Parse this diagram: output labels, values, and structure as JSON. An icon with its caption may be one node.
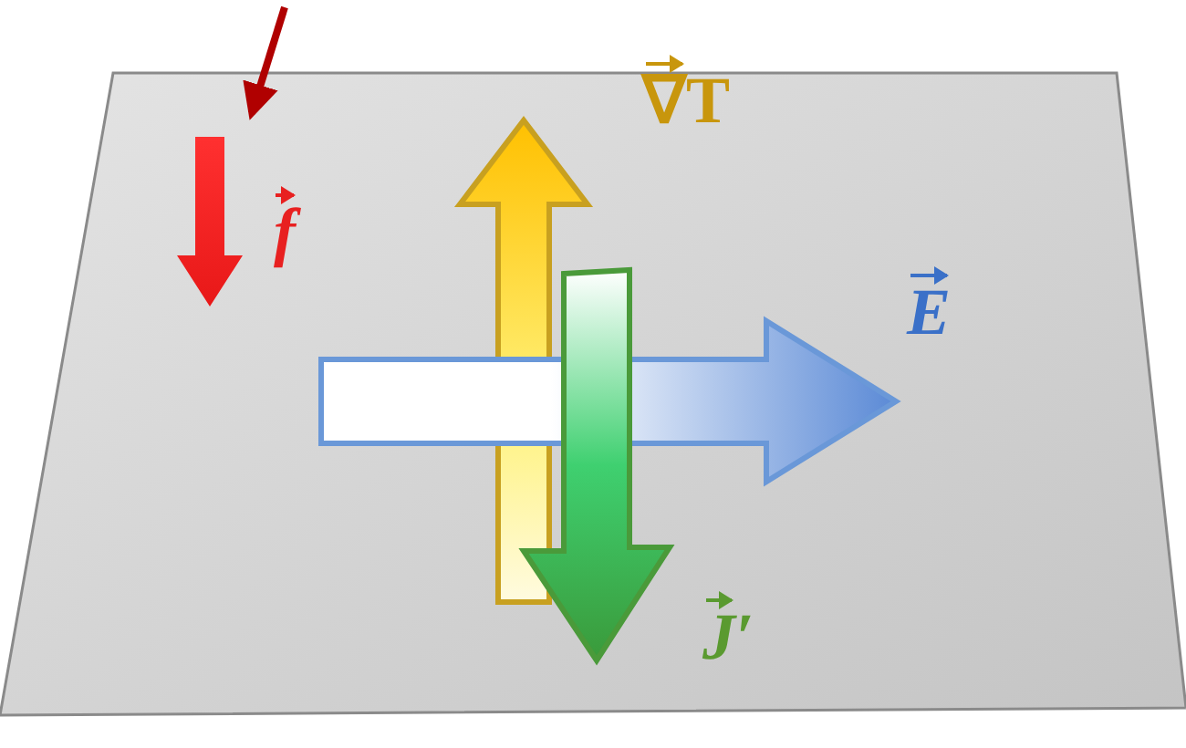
{
  "diagram": {
    "labels": [
      "f",
      "∇T",
      "E",
      "J′"
    ]
  }
}
